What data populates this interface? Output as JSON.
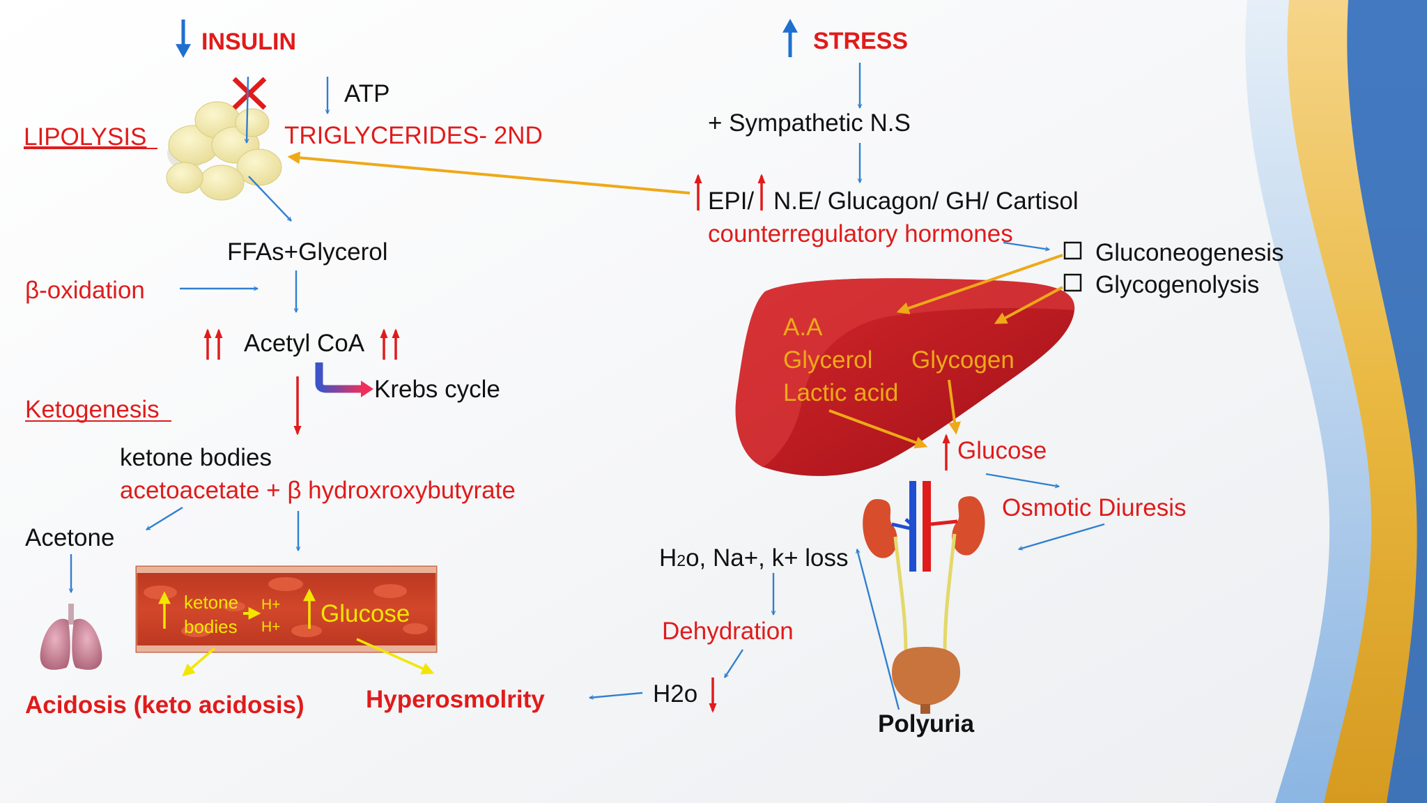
{
  "colors": {
    "red": "#e01b1b",
    "blue": "#1f6fcf",
    "yellow": "#eea918",
    "text": "#111111"
  },
  "labels": {
    "insulin": "INSULIN",
    "stress": "STRESS",
    "atp": "ATP",
    "lipolysis": "LIPOLYSIS",
    "triglycerides": "TRIGLYCERIDES- 2ND",
    "sympathetic": "+ Sympathetic N.S",
    "hormones_epi": "EPI/",
    "hormones_rest": "N.E/ Glucagon/ GH/ Cartisol",
    "counterregulatory": "counterregulatory hormones",
    "gluconeogenesis": "Gluconeogenesis",
    "glycogenolysis": "Glycogenolysis",
    "ffas": "FFAs+Glycerol",
    "beta_oxidation": "β-oxidation",
    "acetyl_coa": "Acetyl CoA",
    "krebs": "Krebs cycle",
    "ketogenesis": "Ketogenesis",
    "ketone_bodies": "ketone bodies",
    "acetoacetate": "acetoacetate + β hydroxroxybutyrate",
    "acetone": "Acetone",
    "vessel_ketone_1": "ketone",
    "vessel_ketone_2": "bodies",
    "vessel_h1": "H+",
    "vessel_h2": "H+",
    "vessel_glucose": "Glucose",
    "acidosis": "Acidosis (keto acidosis)",
    "hyperosmolarity": "Hyperosmolrity",
    "aa": "A.A",
    "glycerol": "Glycerol",
    "glycogen": "Glycogen",
    "lactic": "Lactic acid",
    "glucose": "Glucose",
    "osmotic": "Osmotic Diuresis",
    "loss_h": "H",
    "loss_sub": "2",
    "loss_rest": "o, Na+, k+ loss",
    "dehydration": "Dehydration",
    "h2o": "H2o",
    "polyuria": "Polyuria"
  }
}
